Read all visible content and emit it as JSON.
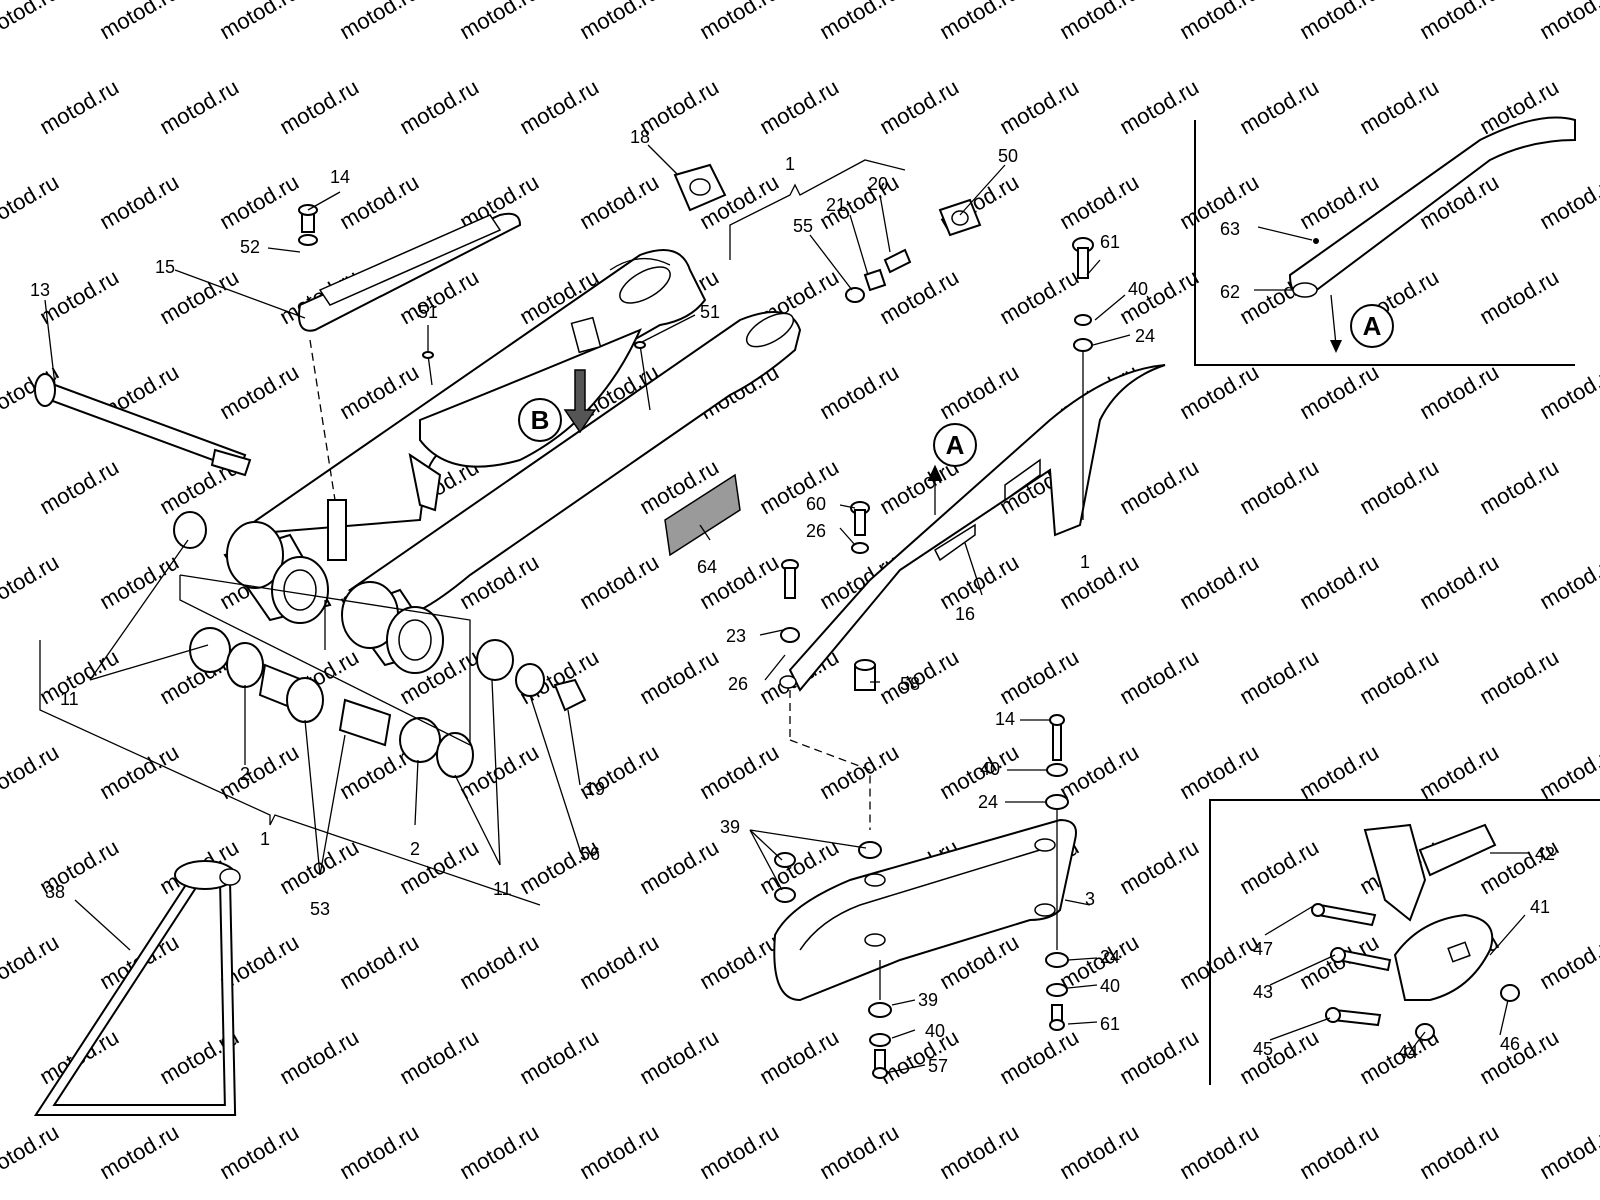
{
  "watermark": "motod.ru",
  "reference_markers": {
    "a_main": "A",
    "a_detail": "A",
    "b": "B"
  },
  "callouts": {
    "c2a": "2",
    "c2b": "2",
    "c3": "3",
    "c11a": "11",
    "c11b": "11",
    "c13": "13",
    "c14a": "14",
    "c14b": "14",
    "c15": "15",
    "c16": "16",
    "c18": "18",
    "c19": "19",
    "c20": "20",
    "c21": "21",
    "c23": "23",
    "c24a": "24",
    "c24b": "24",
    "c24c": "24",
    "c26a": "26",
    "c26b": "26",
    "c38": "38",
    "c39a": "39",
    "c39b": "39",
    "c40a": "40",
    "c40b": "40",
    "c40c": "40",
    "c41": "41",
    "c42": "42",
    "c43": "43",
    "c44": "44",
    "c45": "45",
    "c46": "46",
    "c47": "47",
    "c50": "50",
    "c51a": "51",
    "c51b": "51",
    "c52": "52",
    "c53": "53",
    "c55": "55",
    "c56": "56",
    "c57": "57",
    "c58": "58",
    "c60": "60",
    "c61a": "61",
    "c61b": "61",
    "c62": "62",
    "c63": "63",
    "c64": "64",
    "g1a": "1",
    "g1b": "1",
    "g1c": "1"
  }
}
